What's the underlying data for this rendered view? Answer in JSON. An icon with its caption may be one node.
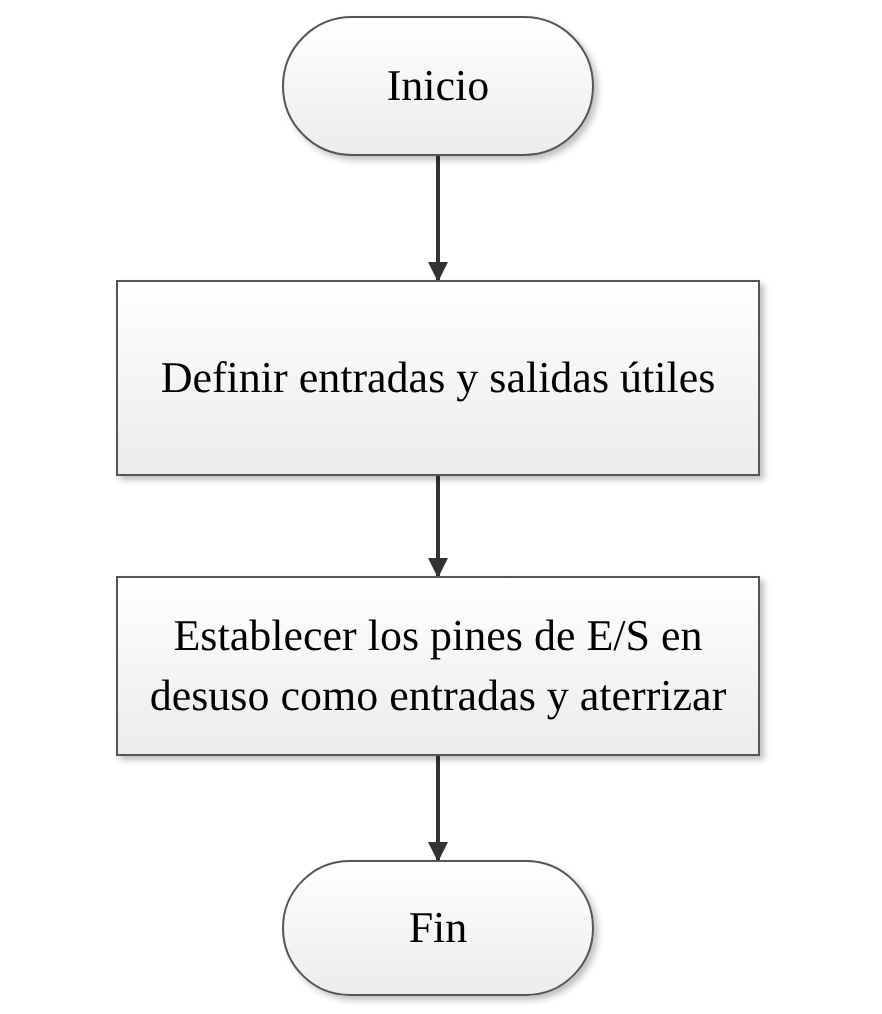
{
  "diagram": {
    "nodes": [
      {
        "text": [
          "Inicio"
        ]
      },
      {
        "text": [
          "Definir entradas y salidas útiles"
        ]
      },
      {
        "text": [
          "Establecer los pines de E/S en desuso como entradas y aterrizar"
        ]
      },
      {
        "text": [
          "Fin"
        ]
      }
    ],
    "edges": [
      {
        "from": 0,
        "to": 1,
        "arrow": "to"
      },
      {
        "from": 1,
        "to": 2,
        "arrow": "to"
      },
      {
        "from": 2,
        "to": 3,
        "arrow": "to"
      }
    ]
  }
}
